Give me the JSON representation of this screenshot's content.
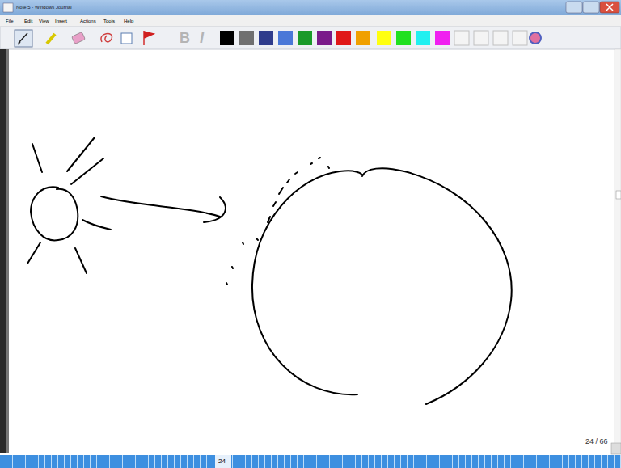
{
  "diagram": {
    "labels": [
      "Note 5 - Windows Journal",
      "File",
      "Edit",
      "View",
      "Insert",
      "Actions",
      "Tools",
      "Help",
      "B",
      "I",
      "24 / 66",
      "24"
    ]
  }
}
